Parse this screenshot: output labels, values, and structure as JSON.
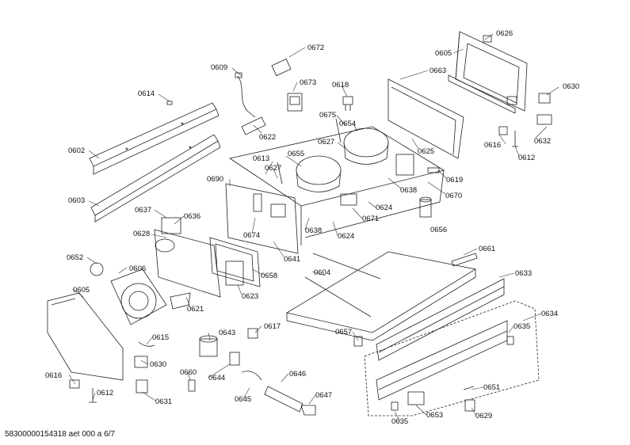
{
  "footer": "58300000154318 aet 000 a 6/7",
  "labels": {
    "p0626": "0626",
    "p0605a": "0605",
    "p0672": "0672",
    "p0609": "0609",
    "p0673": "0673",
    "p0618": "0618",
    "p0663": "0663",
    "p0630a": "0630",
    "p0614": "0614",
    "p0675": "0675",
    "p0654": "0654",
    "p0622": "0622",
    "p0627a": "0627",
    "p0616a": "0616",
    "p0632": "0632",
    "p0602": "0602",
    "p0613": "0613",
    "p0655": "0655",
    "p0625": "0625",
    "p0612a": "0612",
    "p0627b": "0627",
    "p0619": "0619",
    "p0690": "0690",
    "p0638a": "0638",
    "p0670": "0670",
    "p0603": "0603",
    "p0624a": "0624",
    "p0637": "0637",
    "p0636": "0636",
    "p0671": "0671",
    "p0656": "0656",
    "p0674": "0674",
    "p0638b": "0638",
    "p0624b": "0624",
    "p0628": "0628",
    "p0641": "0641",
    "p0661": "0661",
    "p0652": "0652",
    "p0606": "0606",
    "p0658": "0658",
    "p0604": "0604",
    "p0633": "0633",
    "p0605b": "0605",
    "p0623": "0623",
    "p0621": "0621",
    "p0634": "0634",
    "p0635a": "0635",
    "p0643": "0643",
    "p0617": "0617",
    "p0615": "0615",
    "p0657": "0657",
    "p0630b": "0630",
    "p0660": "0660",
    "p0646": "0646",
    "p0616b": "0616",
    "p0644": "0644",
    "p0651": "0651",
    "p0612b": "0612",
    "p0647": "0647",
    "p0631": "0631",
    "p0645": "0645",
    "p0653": "0653",
    "p0629": "0629",
    "p0635b": "0635"
  }
}
